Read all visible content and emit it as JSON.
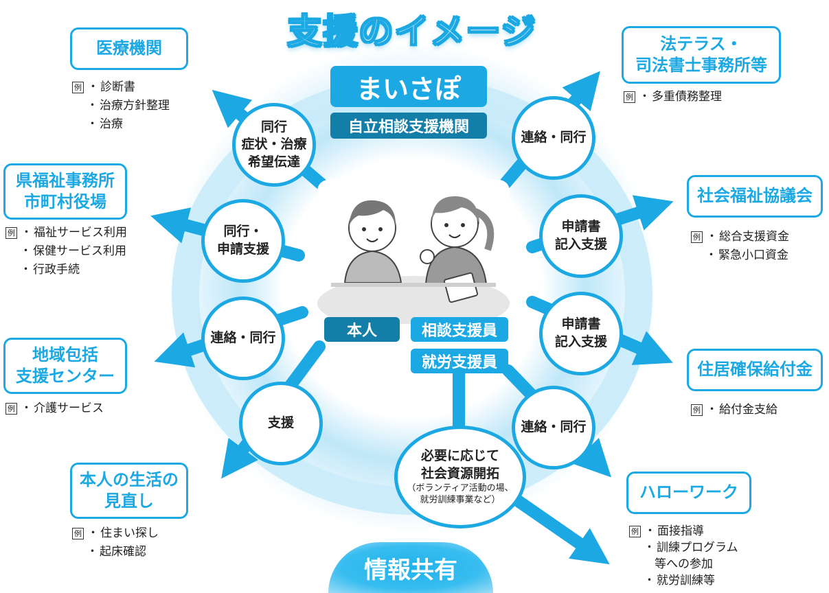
{
  "title": "支援のイメージ",
  "center": {
    "name": "まいさぽ",
    "subtitle": "自立相談支援機関",
    "person": "本人",
    "staff1": "相談支援員",
    "staff2": "就労支援員"
  },
  "share": "情報共有",
  "example_mark": "例",
  "orgs": {
    "medical": {
      "lines": [
        "医療機関"
      ],
      "examples": [
        "診断書",
        "治療方針整理",
        "治療"
      ]
    },
    "welfare_office": {
      "lines": [
        "県福祉事務所",
        "市町村役場"
      ],
      "examples": [
        "福祉サービス利用",
        "保健サービス利用",
        "行政手続"
      ]
    },
    "community": {
      "lines": [
        "地域包括",
        "支援センター"
      ],
      "examples": [
        "介護サービス"
      ]
    },
    "lifestyle": {
      "lines": [
        "本人の生活の",
        "見直し"
      ],
      "examples": [
        "住まい探し",
        "起床確認"
      ]
    },
    "legal": {
      "lines": [
        "法テラス・",
        "司法書士事務所等"
      ],
      "examples": [
        "多重債務整理"
      ]
    },
    "social_welfare": {
      "lines": [
        "社会福祉協議会"
      ],
      "examples": [
        "総合支援資金",
        "緊急小口資金"
      ]
    },
    "housing": {
      "lines": [
        "住居確保給付金"
      ],
      "examples": [
        "給付金支給"
      ]
    },
    "hellowork": {
      "lines": [
        "ハローワーク"
      ],
      "examples": [
        "面接指導",
        "訓練プログラム",
        "等への参加",
        "就労訓練等"
      ]
    }
  },
  "circles": {
    "medical": [
      "同行",
      "症状・治療",
      "希望伝達"
    ],
    "welfare_office": [
      "同行・",
      "申請支援"
    ],
    "community": [
      "連絡・同行"
    ],
    "lifestyle": [
      "支援"
    ],
    "legal": [
      "連絡・同行"
    ],
    "social_welfare": [
      "申請書",
      "記入支援"
    ],
    "housing": [
      "申請書",
      "記入支援"
    ],
    "hellowork": [
      "連絡・同行"
    ],
    "resource": [
      "必要に応じて",
      "社会資源開拓"
    ],
    "resource_note": [
      "（ボランティア活動の場、",
      "就労訓練事業など）"
    ]
  },
  "colors": {
    "accent": "#1ba8e3",
    "dark": "#137fa8"
  }
}
